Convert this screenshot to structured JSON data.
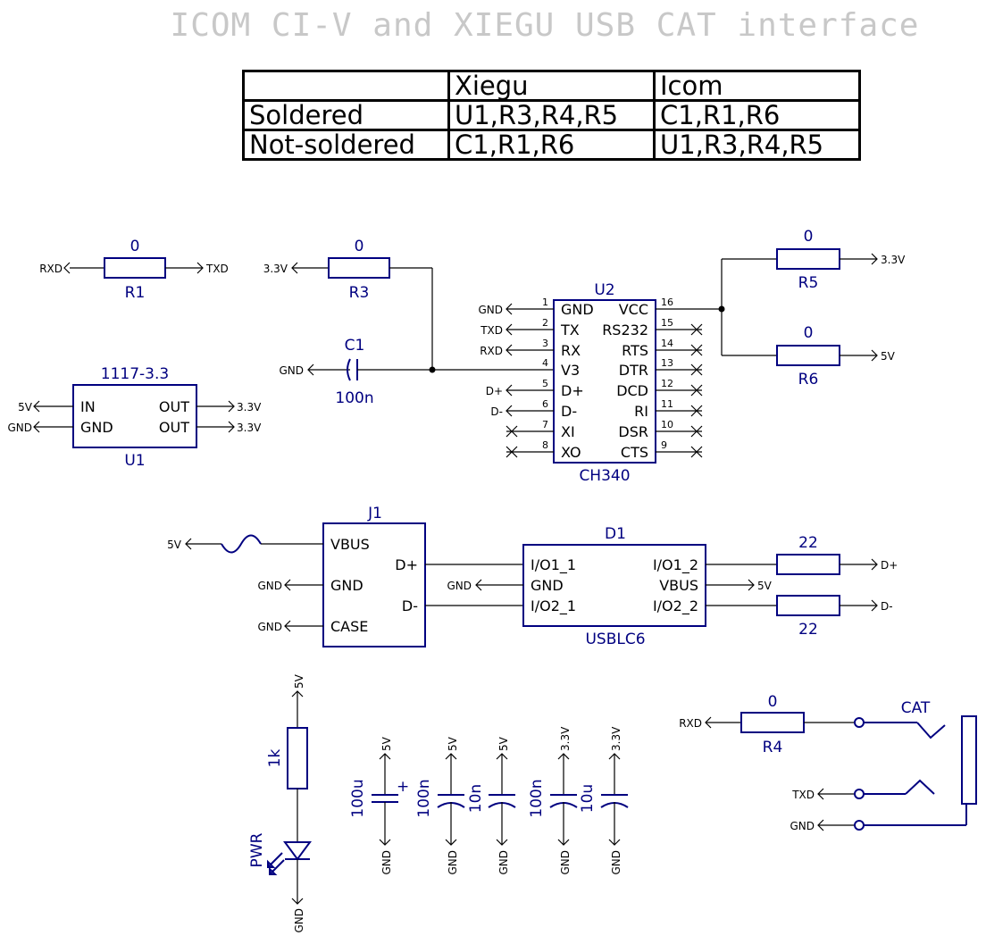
{
  "title": "ICOM CI-V and XIEGU USB CAT interface",
  "bom_table": {
    "headers": [
      "",
      "Xiegu",
      "Icom"
    ],
    "rows": [
      [
        "Soldered",
        "U1,R3,R4,R5",
        "C1,R1,R6"
      ],
      [
        "Not-soldered",
        "C1,R1,R6",
        "U1,R3,R4,R5"
      ]
    ]
  },
  "net_labels": {
    "gnd": "GND",
    "v5": "5V",
    "v33": "3.3V",
    "rxd": "RXD",
    "txd": "TXD",
    "dplus": "D+",
    "dminus": "D-"
  },
  "components": {
    "r1": {
      "ref": "R1",
      "value": "0"
    },
    "r3": {
      "ref": "R3",
      "value": "0"
    },
    "r4": {
      "ref": "R4",
      "value": "0"
    },
    "r5": {
      "ref": "R5",
      "value": "0"
    },
    "r6": {
      "ref": "R6",
      "value": "0"
    },
    "c1": {
      "ref": "C1",
      "value": "100n"
    },
    "u1": {
      "ref": "U1",
      "value": "1117-3.3",
      "pins": [
        "IN",
        "GND",
        "OUT",
        "OUT"
      ]
    },
    "u2": {
      "ref": "U2",
      "value": "CH340",
      "left_pins": [
        {
          "num": "1",
          "name": "GND"
        },
        {
          "num": "2",
          "name": "TX"
        },
        {
          "num": "3",
          "name": "RX"
        },
        {
          "num": "4",
          "name": "V3"
        },
        {
          "num": "5",
          "name": "D+"
        },
        {
          "num": "6",
          "name": "D-"
        },
        {
          "num": "7",
          "name": "XI"
        },
        {
          "num": "8",
          "name": "XO"
        }
      ],
      "right_pins": [
        {
          "num": "16",
          "name": "VCC"
        },
        {
          "num": "15",
          "name": "RS232"
        },
        {
          "num": "14",
          "name": "RTS"
        },
        {
          "num": "13",
          "name": "DTR"
        },
        {
          "num": "12",
          "name": "DCD"
        },
        {
          "num": "11",
          "name": "RI"
        },
        {
          "num": "10",
          "name": "DSR"
        },
        {
          "num": "9",
          "name": "CTS"
        }
      ]
    },
    "j1": {
      "ref": "J1",
      "pins": [
        "VBUS",
        "GND",
        "CASE",
        "D+",
        "D-"
      ]
    },
    "d1": {
      "ref": "D1",
      "value": "USBLC6",
      "pins": [
        "I/O1_1",
        "GND",
        "I/O2_1",
        "I/O1_2",
        "VBUS",
        "I/O2_2"
      ]
    },
    "r_dp": {
      "value": "22"
    },
    "r_dm": {
      "value": "22"
    },
    "r_led": {
      "value": "1k"
    },
    "led": {
      "ref": "PWR"
    },
    "caps": [
      {
        "value": "100u",
        "rail": "5V"
      },
      {
        "value": "100n",
        "rail": "5V"
      },
      {
        "value": "10n",
        "rail": "5V"
      },
      {
        "value": "100n",
        "rail": "3.3V"
      },
      {
        "value": "10u",
        "rail": "3.3V"
      }
    ],
    "cat": {
      "label": "CAT"
    },
    "polarity_mark": "+"
  }
}
